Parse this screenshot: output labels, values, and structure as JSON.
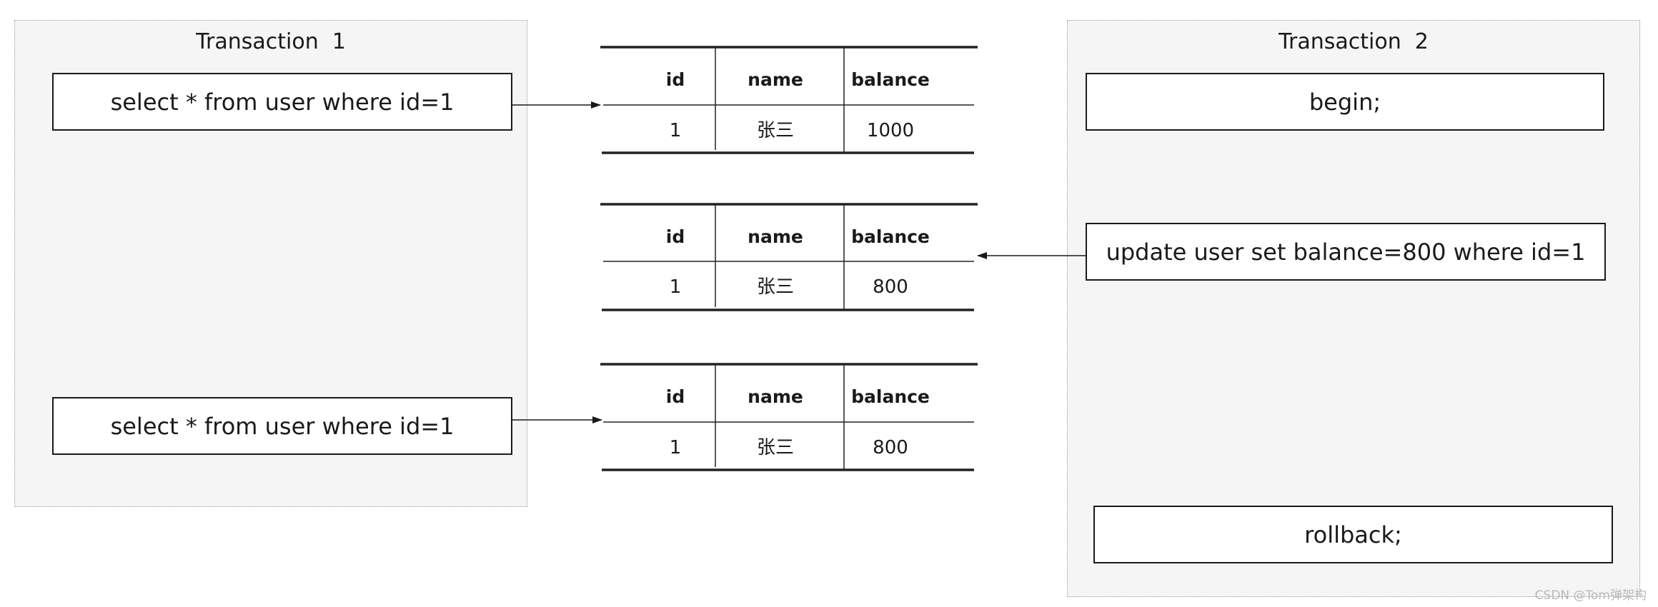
{
  "transaction_1": {
    "title": "Transaction  1",
    "statements": [
      "select * from user where id=1",
      "select * from user where id=1"
    ]
  },
  "transaction_2": {
    "title": "Transaction  2",
    "statements": [
      "begin;",
      "update user set balance=800 where id=1",
      "rollback;"
    ]
  },
  "tables": [
    {
      "headers": [
        "id",
        "name",
        "balance"
      ],
      "row": [
        "1",
        "张三",
        "1000"
      ]
    },
    {
      "headers": [
        "id",
        "name",
        "balance"
      ],
      "row": [
        "1",
        "张三",
        "800"
      ]
    },
    {
      "headers": [
        "id",
        "name",
        "balance"
      ],
      "row": [
        "1",
        "张三",
        "800"
      ]
    }
  ],
  "watermark": "CSDN @Tom弹架构"
}
